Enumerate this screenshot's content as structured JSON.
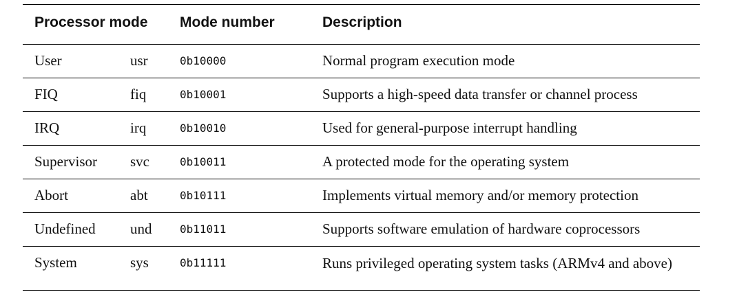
{
  "header": {
    "mode": "Processor mode",
    "number": "Mode number",
    "description": "Description"
  },
  "rows": [
    {
      "mode": "User",
      "abbr": "usr",
      "number": "0b10000",
      "description": "Normal program execution mode"
    },
    {
      "mode": "FIQ",
      "abbr": "fiq",
      "number": "0b10001",
      "description": "Supports a high-speed data transfer or channel process"
    },
    {
      "mode": "IRQ",
      "abbr": "irq",
      "number": "0b10010",
      "description": "Used for general-purpose interrupt handling"
    },
    {
      "mode": "Supervisor",
      "abbr": "svc",
      "number": "0b10011",
      "description": "A protected mode for the operating system"
    },
    {
      "mode": "Abort",
      "abbr": "abt",
      "number": "0b10111",
      "description": "Implements virtual memory and/or memory protection"
    },
    {
      "mode": "Undefined",
      "abbr": "und",
      "number": "0b11011",
      "description": "Supports software emulation of hardware coprocessors"
    },
    {
      "mode": "System",
      "abbr": "sys",
      "number": "0b11111",
      "description": "Runs privileged operating system tasks (ARMv4 and above)"
    }
  ]
}
